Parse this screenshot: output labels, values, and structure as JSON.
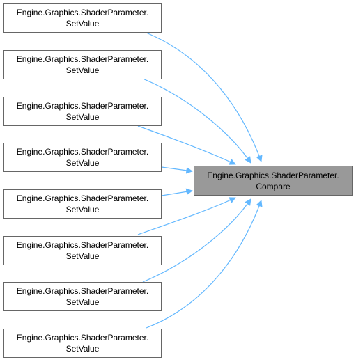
{
  "diagram": {
    "target": {
      "line1": "Engine.Graphics.ShaderParameter.",
      "line2": "Compare"
    },
    "callers": [
      {
        "line1": "Engine.Graphics.ShaderParameter.",
        "line2": "SetValue"
      },
      {
        "line1": "Engine.Graphics.ShaderParameter.",
        "line2": "SetValue"
      },
      {
        "line1": "Engine.Graphics.ShaderParameter.",
        "line2": "SetValue"
      },
      {
        "line1": "Engine.Graphics.ShaderParameter.",
        "line2": "SetValue"
      },
      {
        "line1": "Engine.Graphics.ShaderParameter.",
        "line2": "SetValue"
      },
      {
        "line1": "Engine.Graphics.ShaderParameter.",
        "line2": "SetValue"
      },
      {
        "line1": "Engine.Graphics.ShaderParameter.",
        "line2": "SetValue"
      },
      {
        "line1": "Engine.Graphics.ShaderParameter.",
        "line2": "SetValue"
      }
    ],
    "colors": {
      "edge": "#63b8ff",
      "focus_fill": "#999999",
      "node_border": "#666666"
    }
  }
}
